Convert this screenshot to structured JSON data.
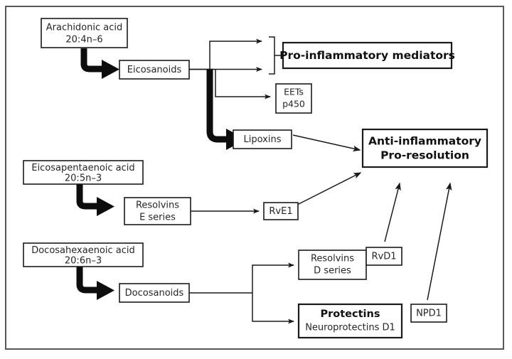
{
  "figure": {
    "title": "Omega-6 and omega-3 fatty acid derived lipid mediator pathways",
    "border_color": "#585858",
    "box_color": "#1a1a1a",
    "background": "#ffffff"
  },
  "nodes": {
    "arachidonic_acid": {
      "line1": "Arachidonic acid",
      "line2": "20:4n–6"
    },
    "eicosanoids": {
      "line1": "Eicosanoids"
    },
    "pro_inflammatory": {
      "line1": "Pro-inflammatory mediators"
    },
    "eets": {
      "line1": "EETs",
      "line2": "p450"
    },
    "lipoxins": {
      "line1": "Lipoxins"
    },
    "anti_inflammatory": {
      "line1": "Anti-inflammatory",
      "line2": "Pro-resolution"
    },
    "epa": {
      "line1": "Eicosapentaenoic acid",
      "line2": "20:5n–3"
    },
    "resolvins_e": {
      "line1": "Resolvins",
      "line2": "E series"
    },
    "rve1": {
      "line1": "RvE1"
    },
    "dha": {
      "line1": "Docosahexaenoic acid",
      "line2": "20:6n–3"
    },
    "docosanoids": {
      "line1": "Docosanoids"
    },
    "resolvins_d": {
      "line1": "Resolvins",
      "line2": "D series"
    },
    "rvd1": {
      "line1": "RvD1"
    },
    "protectins": {
      "line1": "Protectins",
      "line2": "Neuroprotectins D1"
    },
    "npd1": {
      "line1": "NPD1"
    }
  },
  "edges": [
    {
      "from": "arachidonic_acid",
      "to": "eicosanoids",
      "style": "thick-elbow"
    },
    {
      "from": "eicosanoids",
      "to": "pro_inflammatory",
      "style": "bracket-two-arrows"
    },
    {
      "from": "eicosanoids",
      "to": "eets",
      "style": "elbow-arrow"
    },
    {
      "from": "eicosanoids",
      "to": "lipoxins",
      "style": "thick-elbow"
    },
    {
      "from": "lipoxins",
      "to": "anti_inflammatory",
      "style": "diagonal-arrow"
    },
    {
      "from": "epa",
      "to": "resolvins_e",
      "style": "thick-elbow"
    },
    {
      "from": "resolvins_e",
      "to": "rve1",
      "style": "straight-arrow"
    },
    {
      "from": "rve1",
      "to": "anti_inflammatory",
      "style": "diagonal-arrow"
    },
    {
      "from": "dha",
      "to": "docosanoids",
      "style": "thick-elbow"
    },
    {
      "from": "docosanoids",
      "to": "resolvins_d",
      "style": "elbow-arrow"
    },
    {
      "from": "docosanoids",
      "to": "protectins",
      "style": "elbow-arrow"
    },
    {
      "from": "rvd1",
      "to": "anti_inflammatory",
      "style": "diagonal-arrow"
    },
    {
      "from": "npd1",
      "to": "anti_inflammatory",
      "style": "diagonal-arrow"
    }
  ]
}
